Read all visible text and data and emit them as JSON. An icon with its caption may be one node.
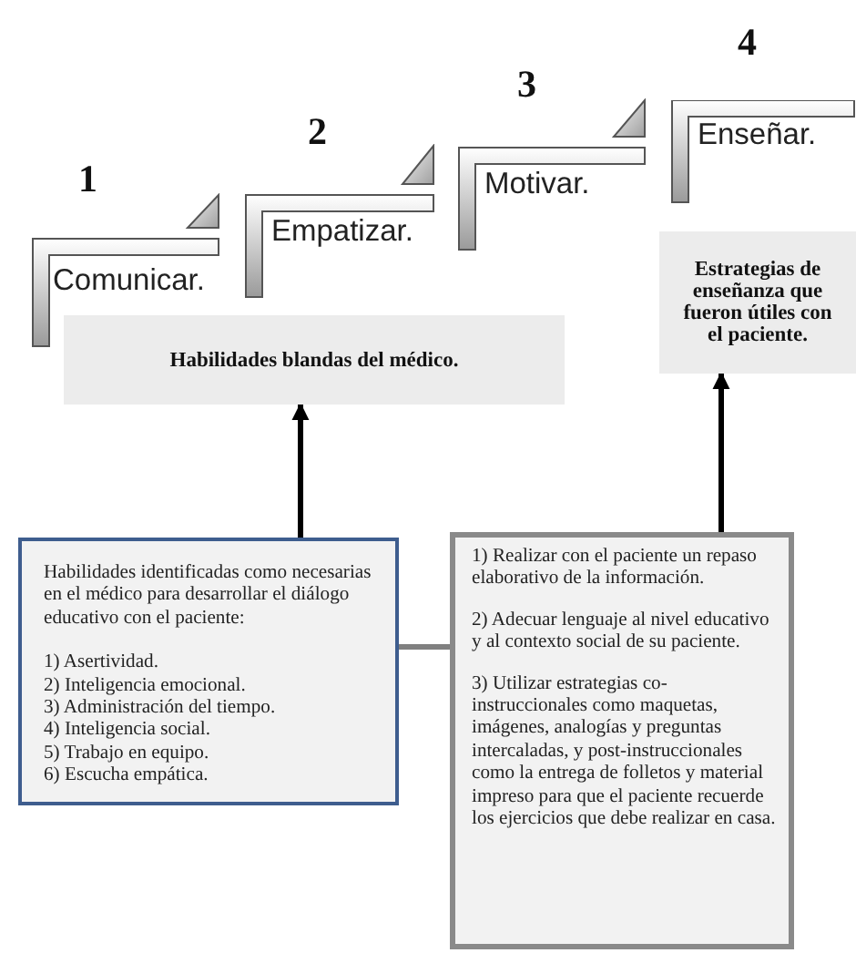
{
  "diagram": {
    "nodes": [
      {
        "text": [
          "Comunicar."
        ],
        "beside": [
          "1"
        ]
      },
      {
        "text": [
          "Empatizar."
        ],
        "beside": [
          "2"
        ]
      },
      {
        "text": [
          "Motivar."
        ],
        "beside": [
          "3"
        ]
      },
      {
        "text": [
          "Enseñar."
        ],
        "beside": [
          "4"
        ]
      },
      {
        "text": [
          "Habilidades blandas del médico."
        ]
      },
      {
        "text": [
          "Estrategias de enseñanza que fueron útiles con el paciente."
        ]
      },
      {
        "text": [
          "Habilidades identificadas como necesarias en el médico para desarrollar el diálogo educativo con el paciente:",
          "1) Asertividad.",
          "2) Inteligencia emocional.",
          "3) Administración del tiempo.",
          "4) Inteligencia social.",
          "5) Trabajo en equipo.",
          "6) Escucha empática."
        ]
      },
      {
        "text": [
          "1)  Realizar con el paciente un repaso elaborativo de la información.",
          "2) Adecuar lenguaje al nivel educativo y al contexto social de su paciente.",
          "3) Utilizar estrategias co-instruccionales como maquetas, imágenes, analogías y preguntas intercaladas, y post-instruccionales como la entrega de folletos y material impreso para que el paciente recuerde los ejercicios que debe realizar en casa."
        ]
      }
    ],
    "edges": [
      {
        "from": 6,
        "to": 4,
        "arrow": "to"
      },
      {
        "from": 7,
        "to": 5,
        "arrow": "to"
      },
      {
        "from": 6,
        "to": 7,
        "arrow": "none",
        "color": "#808080"
      }
    ]
  }
}
